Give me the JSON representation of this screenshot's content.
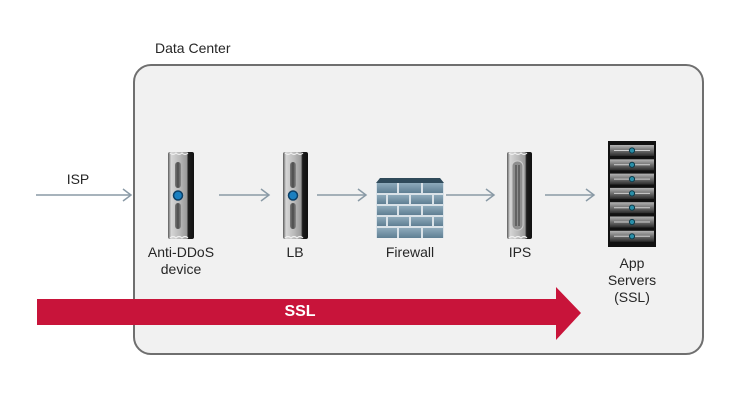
{
  "diagram": {
    "container": {
      "title": "Data Center"
    },
    "source": {
      "label": "ISP"
    },
    "nodes": [
      {
        "id": "anti-ddos",
        "label_line1": "Anti-DDoS",
        "label_line2": "device",
        "icon": "appliance-icon"
      },
      {
        "id": "lb",
        "label_line1": "LB",
        "icon": "appliance-icon"
      },
      {
        "id": "firewall",
        "label_line1": "Firewall",
        "icon": "brick-wall-icon"
      },
      {
        "id": "ips",
        "label_line1": "IPS",
        "icon": "appliance-icon"
      },
      {
        "id": "app-servers",
        "label_line1": "App",
        "label_line2": "Servers",
        "label_line3": "(SSL)",
        "icon": "server-rack-icon"
      }
    ],
    "edges": [
      {
        "from": "ISP",
        "to": "anti-ddos"
      },
      {
        "from": "anti-ddos",
        "to": "lb"
      },
      {
        "from": "lb",
        "to": "firewall"
      },
      {
        "from": "firewall",
        "to": "ips"
      },
      {
        "from": "ips",
        "to": "app-servers"
      }
    ],
    "ssl_arrow": {
      "label": "SSL",
      "color": "#c8143a"
    },
    "colors": {
      "frame_border": "#6f6f6f",
      "frame_fill": "#f1f1f1",
      "connector": "#8a9aa6",
      "firewall_brick": "#6e8ea2",
      "status_led": "#1a7fc0"
    }
  }
}
